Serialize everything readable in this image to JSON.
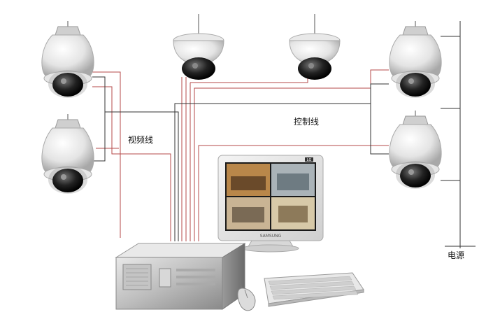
{
  "labels": {
    "video_line": "视频线",
    "control_line": "控制线",
    "power": "电源"
  },
  "monitor": {
    "brand": "SAMSUNG",
    "badge": "LG"
  },
  "colors": {
    "video_wire": "#b44a4a",
    "control_wire": "#b44a4a",
    "power_wire": "#333333"
  }
}
